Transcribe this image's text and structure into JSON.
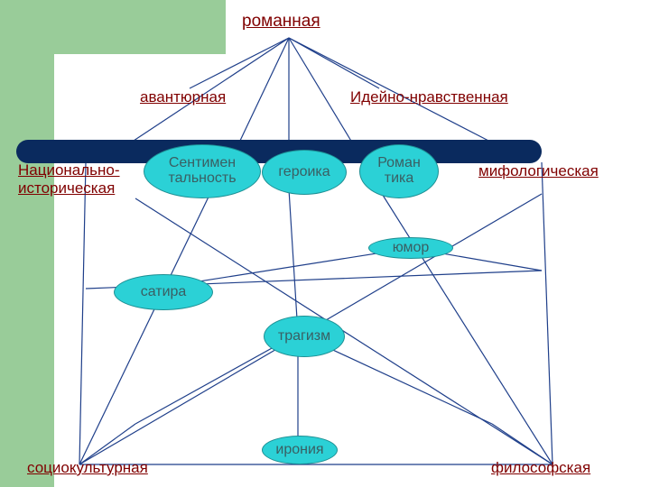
{
  "title": "романная",
  "nodes": {
    "adventure": "авантюрная",
    "ideological": "Идейно-нравственная",
    "national_line1": "Национально-",
    "national_line2": "историческая",
    "sentimental_line1": "Сентимен",
    "sentimental_line2": "тальность",
    "heroics": "героика",
    "romantic_line1": "Роман",
    "romantic_line2": "тика",
    "mythological": "мифологическая",
    "humor": "юмор",
    "satire": "сатира",
    "tragism": "трагизм",
    "irony": "ирония",
    "sociocultural": "социокультурная",
    "philosophical": "философская"
  },
  "colors": {
    "label_text": "#800000",
    "bubble_fill": "#2bd1d6",
    "bar": "#0a2a5e",
    "lines": "#1f3f8a",
    "side_band": "#99cc99"
  }
}
